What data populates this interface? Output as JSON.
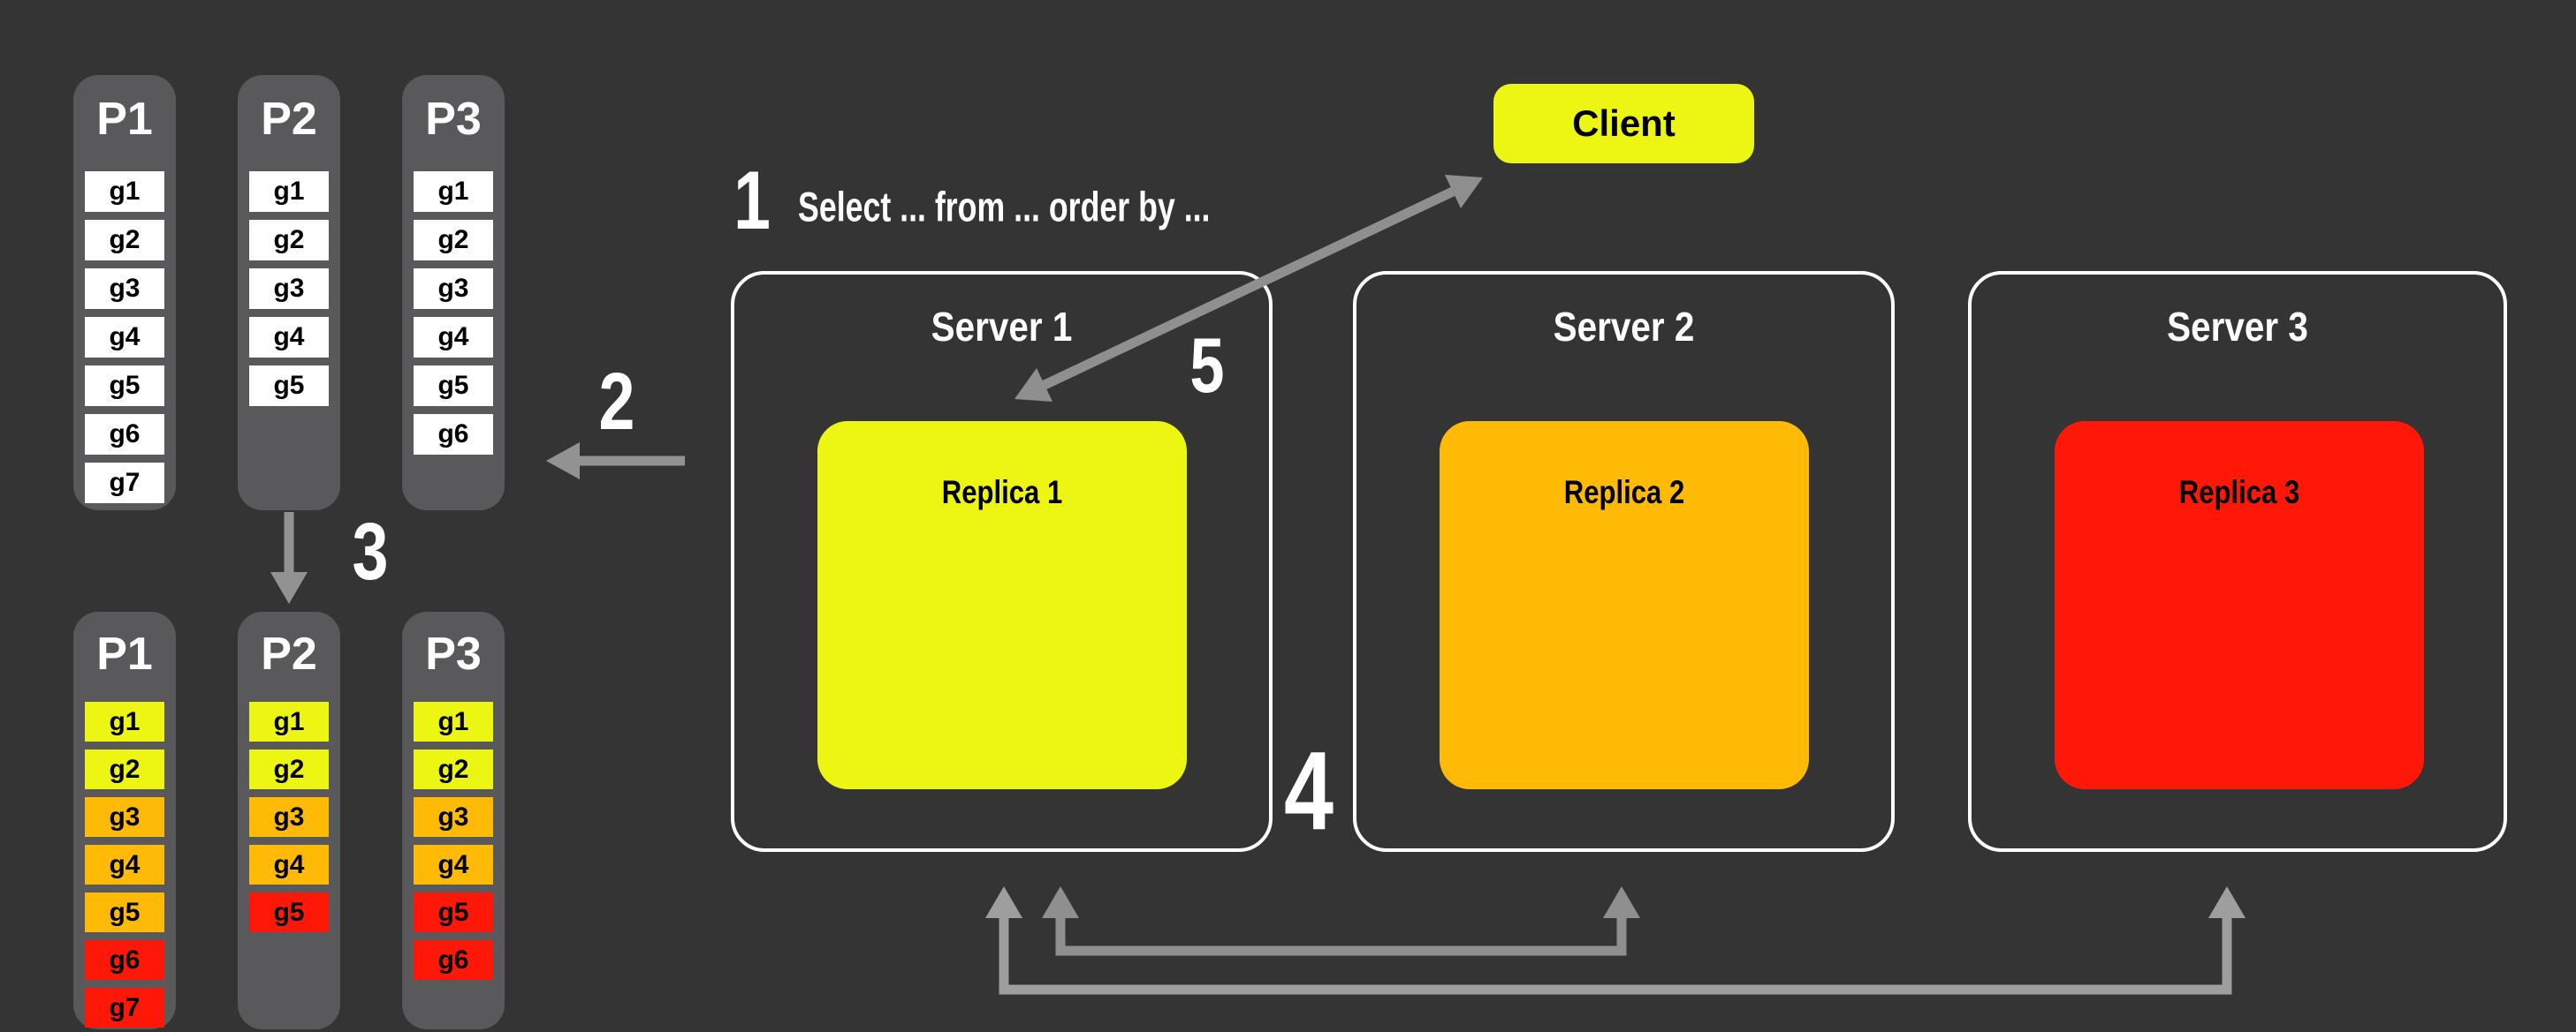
{
  "palette": {
    "background": "#343434",
    "panel_gray": "#59595b",
    "cell_white": "#ffffff",
    "yellow": "#edf512",
    "orange": "#ffba05",
    "red": "#ff1708",
    "arrow_gray": "#929292",
    "arrow_gray_light": "#9e9e9e",
    "border_white": "#ffffff"
  },
  "steps": {
    "one": "1",
    "two": "2",
    "three": "3",
    "four": "4",
    "five": "5"
  },
  "query_label": "Select ... from ... order by ...",
  "client": {
    "label": "Client",
    "color": "yellow"
  },
  "servers": [
    {
      "title": "Server 1",
      "replica_label": "Replica 1",
      "color": "yellow"
    },
    {
      "title": "Server 2",
      "replica_label": "Replica 2",
      "color": "orange"
    },
    {
      "title": "Server 3",
      "replica_label": "Replica 3",
      "color": "red"
    }
  ],
  "partitions_top": [
    {
      "label": "P1",
      "cells": [
        "g1",
        "g2",
        "g3",
        "g4",
        "g5",
        "g6",
        "g7"
      ]
    },
    {
      "label": "P2",
      "cells": [
        "g1",
        "g2",
        "g3",
        "g4",
        "g5"
      ]
    },
    {
      "label": "P3",
      "cells": [
        "g1",
        "g2",
        "g3",
        "g4",
        "g5",
        "g6"
      ]
    }
  ],
  "partitions_bottom": [
    {
      "label": "P1",
      "cells": [
        {
          "label": "g1",
          "color": "yellow"
        },
        {
          "label": "g2",
          "color": "yellow"
        },
        {
          "label": "g3",
          "color": "orange"
        },
        {
          "label": "g4",
          "color": "orange"
        },
        {
          "label": "g5",
          "color": "orange"
        },
        {
          "label": "g6",
          "color": "red"
        },
        {
          "label": "g7",
          "color": "red"
        }
      ]
    },
    {
      "label": "P2",
      "cells": [
        {
          "label": "g1",
          "color": "yellow"
        },
        {
          "label": "g2",
          "color": "yellow"
        },
        {
          "label": "g3",
          "color": "orange"
        },
        {
          "label": "g4",
          "color": "orange"
        },
        {
          "label": "g5",
          "color": "red"
        }
      ]
    },
    {
      "label": "P3",
      "cells": [
        {
          "label": "g1",
          "color": "yellow"
        },
        {
          "label": "g2",
          "color": "yellow"
        },
        {
          "label": "g3",
          "color": "orange"
        },
        {
          "label": "g4",
          "color": "orange"
        },
        {
          "label": "g5",
          "color": "red"
        },
        {
          "label": "g6",
          "color": "red"
        }
      ]
    }
  ]
}
